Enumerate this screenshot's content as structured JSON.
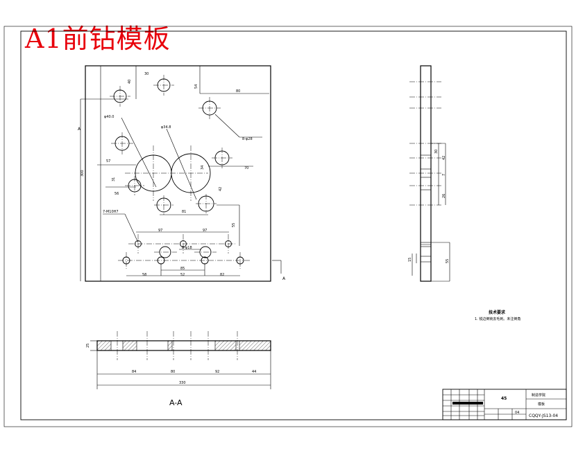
{
  "title": "A1前钻模板",
  "section_label": "A-A",
  "section_marks": [
    "A",
    "A"
  ],
  "tech_req": {
    "heading": "技术要求",
    "line1": "1. 锐边倒钝去毛刺。未注倒角"
  },
  "front_view_dims": {
    "d40": "40",
    "d30": "30",
    "d54": "54",
    "d80": "80",
    "d57": "57",
    "d31": "31",
    "d56": "56",
    "d70": "70",
    "d42": "42",
    "d81": "81",
    "d300": "300",
    "d97a": "97",
    "d97b": "97",
    "d58": "58",
    "d85": "85",
    "d52": "52",
    "d82": "82",
    "d55": "55",
    "d34": "34",
    "hole_a": "φ40.0",
    "hole_b": "φ34.8",
    "hole_c": "8-φ28",
    "hole_d": "7-M10H7",
    "hole_e": "8-φ18"
  },
  "side_view_dims": {
    "d30": "30",
    "d42": "42",
    "d7": "7",
    "d26": "26",
    "d15": "15",
    "d55": "55"
  },
  "section_dims": {
    "d25": "25",
    "d84": "84",
    "d80": "80",
    "d92": "92",
    "d44": "44",
    "d330": "330"
  },
  "title_block": {
    "part_no": "CQQY-JS13-04",
    "scale": "45",
    "sheet": "04",
    "material": "模板",
    "company": "制造学院"
  }
}
